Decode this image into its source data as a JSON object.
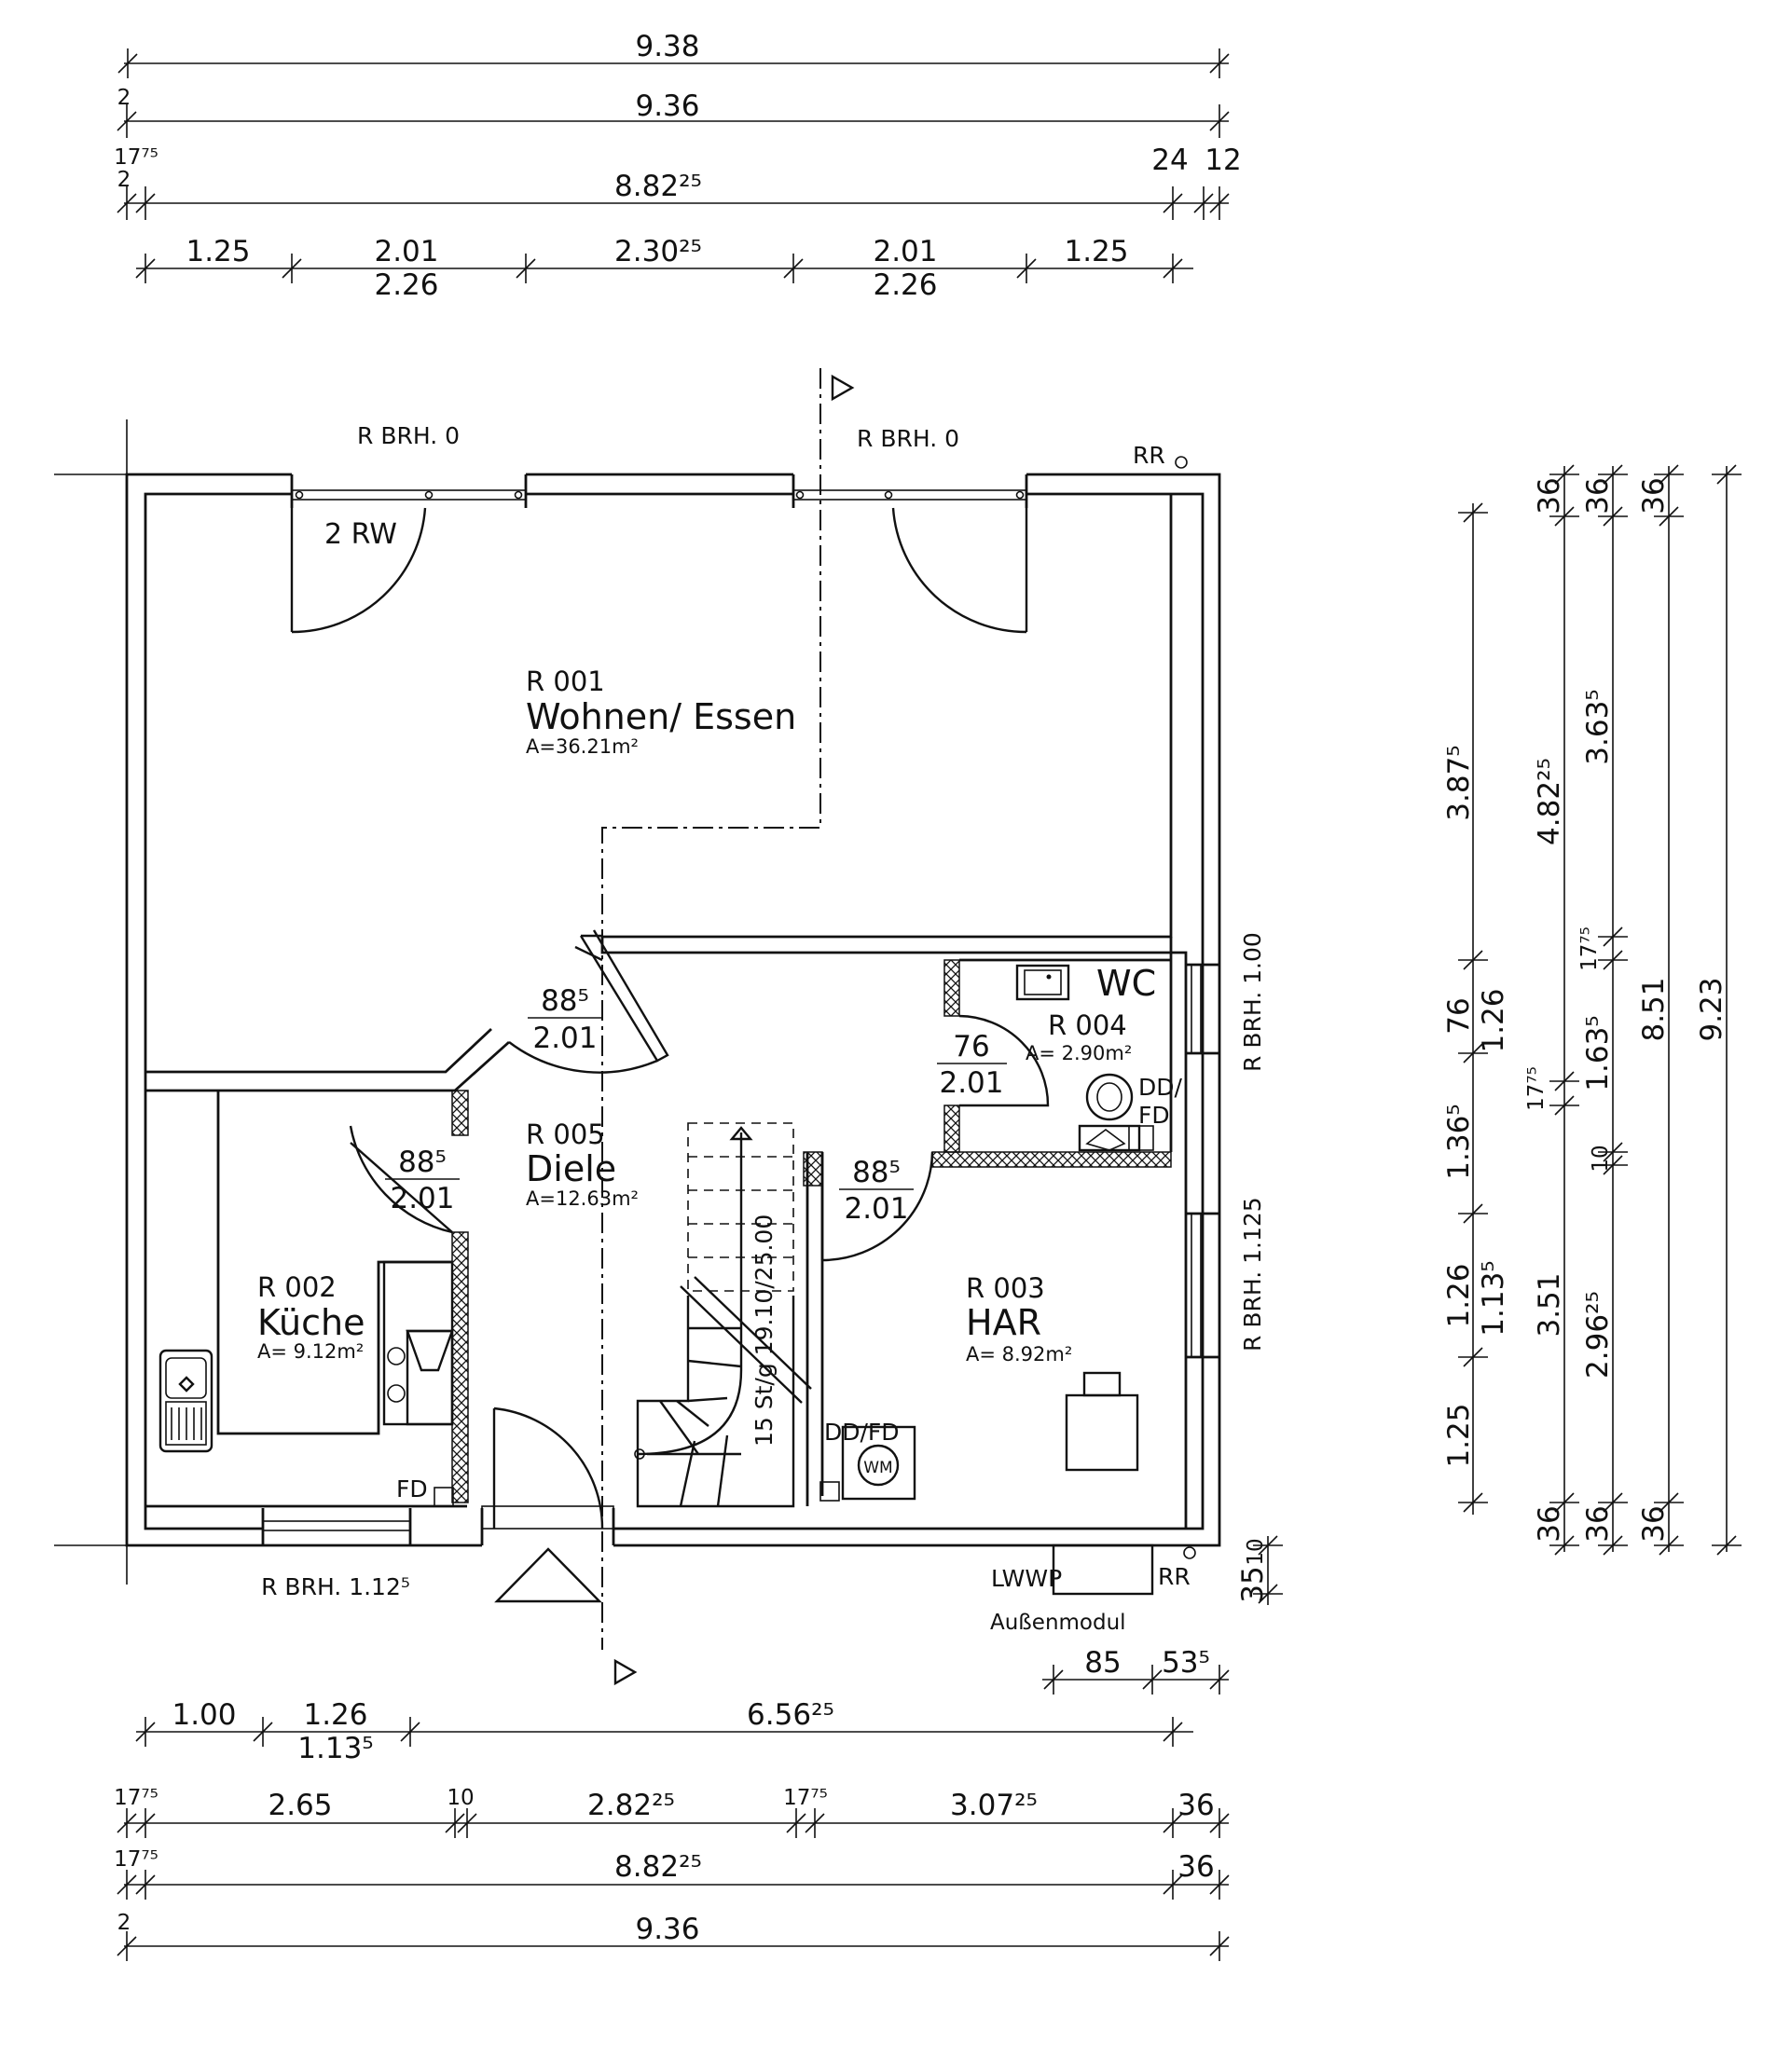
{
  "top_dims": {
    "row1": [
      "9.38"
    ],
    "row2": [
      "2",
      "9.36"
    ],
    "row3": [
      "17⁷⁵",
      "2",
      "8.82²⁵",
      "24",
      "12"
    ],
    "row4_top": [
      "1.25",
      "2.01",
      "2.30²⁵",
      "2.01",
      "1.25"
    ],
    "row4_bottom": [
      "2.26",
      "2.26"
    ]
  },
  "bottom_dims": {
    "row1": [
      "1.00",
      "1.26",
      "1.13⁵",
      "6.56²⁵"
    ],
    "row2": [
      "17⁷⁵",
      "2.65",
      "10",
      "2.82²⁵",
      "17⁷⁵",
      "3.07²⁵",
      "36"
    ],
    "row3": [
      "17⁷⁵",
      "8.82²⁵",
      "36"
    ],
    "row4": [
      "2",
      "9.36"
    ]
  },
  "right_dims": {
    "col1": [
      "3.87⁵",
      "76",
      "1.36⁵",
      "1.26",
      "1.25"
    ],
    "col2": [
      "36",
      "1.26",
      "17⁷⁵",
      "1.13⁵",
      "36"
    ],
    "col3": [
      "36",
      "4.82²⁵",
      "17⁷⁵",
      "1.63⁵",
      "10",
      "3.51",
      "2.96²⁵",
      "36"
    ],
    "col4": [
      "36",
      "3.63⁵",
      "8.51",
      "36"
    ],
    "col5": [
      "9.23"
    ]
  },
  "side_dims": {
    "lwwp_w": "85",
    "lwwp_off": "53⁵",
    "lwwp_d": "35",
    "lwwp_d2": "10"
  },
  "annotations": {
    "brh_top_left": "R BRH. 0",
    "brh_top_right": "R BRH. 0",
    "brh_right_upper": "R BRH. 1.00",
    "brh_right_lower": "R BRH. 1.125",
    "brh_bottom_left": "R BRH. 1.12⁵",
    "rr_top": "RR",
    "rr_bottom": "RR",
    "rw": "2 RW",
    "lwwp": "LWWP",
    "aussenmodul": "Außenmodul",
    "fd": "FD",
    "dd_fd_wc_top": "DD/",
    "dd_fd_wc_bottom": "FD",
    "dd_fd_har": "DD/FD",
    "wm": "WM",
    "stair": "15 St/g 19.10/25.00"
  },
  "doors": {
    "d1_top": "88⁵",
    "d1_bottom": "2.01",
    "d2_top": "88⁵",
    "d2_bottom": "2.01",
    "d3_top": "76",
    "d3_bottom": "2.01",
    "d4_top": "88⁵",
    "d4_bottom": "2.01"
  },
  "rooms": [
    {
      "number": "R 001",
      "name": "Wohnen/ Essen",
      "area": "A=36.21m²"
    },
    {
      "number": "R 002",
      "name": "Küche",
      "area": "A=  9.12m²"
    },
    {
      "number": "R 003",
      "name": "HAR",
      "area": "A=  8.92m²"
    },
    {
      "number": "R 004",
      "name": "WC",
      "area": "A=  2.90m²"
    },
    {
      "number": "R 005",
      "name": "Diele",
      "area": "A=12.63m²"
    }
  ]
}
